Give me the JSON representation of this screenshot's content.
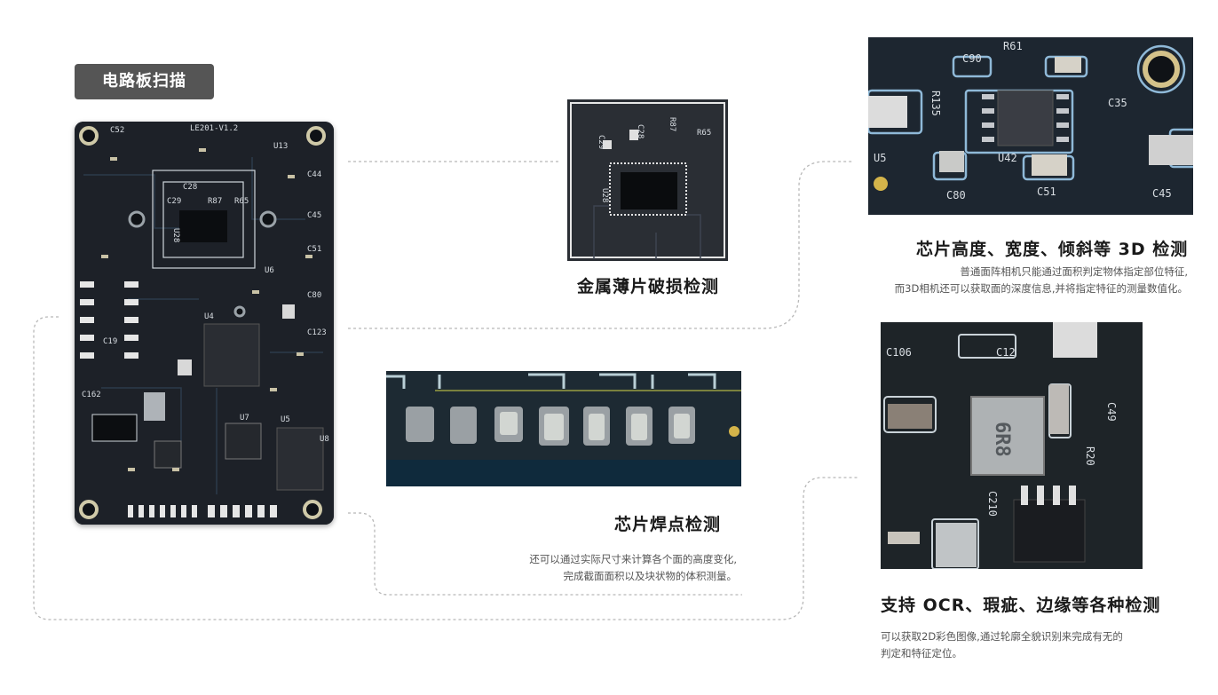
{
  "tag": "电路板扫描",
  "sections": {
    "metal": {
      "title": "金属薄片破损检测"
    },
    "chip3d": {
      "title": "芯片高度、宽度、倾斜等 3D 检测",
      "desc_lines": [
        "普通面阵相机只能通过面积判定物体指定部位特征,",
        "而3D相机还可以获取面的深度信息,并将指定特征的测量数值化。"
      ]
    },
    "solder": {
      "title": "芯片焊点检测",
      "desc_lines": [
        "还可以通过实际尺寸来计算各个面的高度变化,",
        "完成截面面积以及块状物的体积测量。"
      ]
    },
    "ocr": {
      "title": "支持 OCR、瑕疵、边缘等各种检测",
      "desc_lines": [
        "可以获取2D彩色图像,通过轮廓全貌识别来完成有无的",
        "判定和特征定位。"
      ]
    }
  },
  "pcb_labels": {
    "board": [
      "LE201-V1.2",
      "U28",
      "R87",
      "R65",
      "C28",
      "C29",
      "C52",
      "U13",
      "C44",
      "C45",
      "C51",
      "U6",
      "C80",
      "C123",
      "C19",
      "C162",
      "U8",
      "U5",
      "U4",
      "U7",
      "C19"
    ],
    "metal": [
      "C28",
      "R87",
      "C29",
      "R65",
      "U28"
    ],
    "chip3d": [
      "C90",
      "R61",
      "R135",
      "U42",
      "C35",
      "C80",
      "C51",
      "C45",
      "U5"
    ],
    "ocr": [
      "C106",
      "C12",
      "6R8",
      "C210",
      "R20",
      "C49"
    ]
  }
}
